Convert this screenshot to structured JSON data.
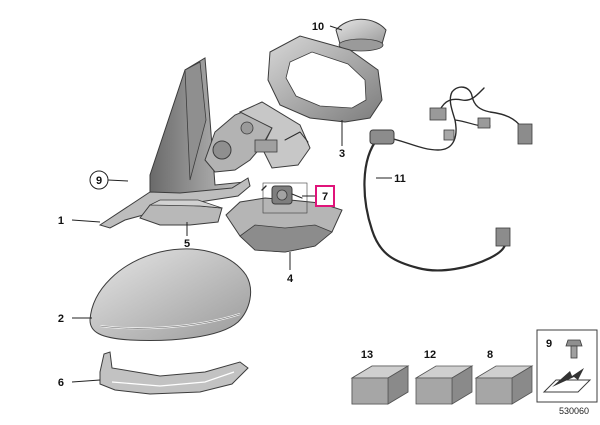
{
  "diagram": {
    "colors": {
      "part_light": "#c9c9c9",
      "part_mid": "#a8a8a8",
      "part_dark": "#6e6e6e",
      "outline": "#3c3c3c",
      "highlight_box": "#e0147a",
      "box_face": "#a6a6a6",
      "box_top": "#cfcfcf",
      "box_side": "#8a8a8a"
    },
    "callouts": {
      "c1": "1",
      "c2": "2",
      "c3": "3",
      "c4": "4",
      "c5": "5",
      "c6": "6",
      "c7": "7",
      "c8": "8",
      "c9a": "9",
      "c9b": "9",
      "c10": "10",
      "c11": "11",
      "c12": "12",
      "c13": "13"
    },
    "highlighted_part": "7",
    "diagram_number": "530060"
  }
}
